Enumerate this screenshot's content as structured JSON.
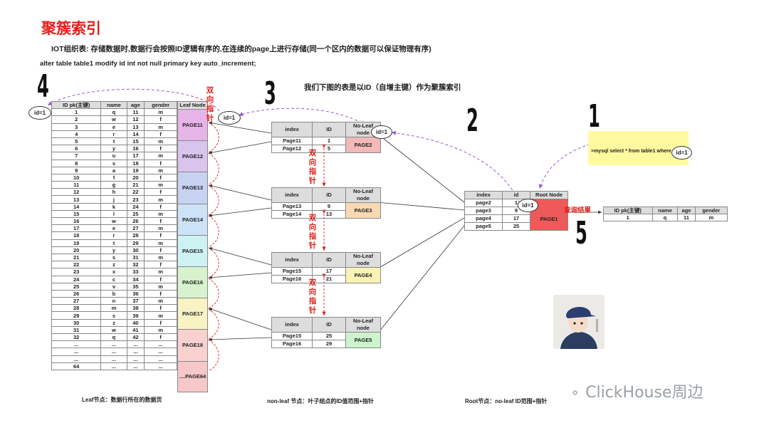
{
  "title": "聚簇索引",
  "subtitle": "IOT组织表: 存储数据时,数据行会按照ID逻辑有序的,在连续的page上进行存储(同一个区内的数据可以保证物理有序)",
  "sql": "alter table table1 modify  id int not null primary key auto_increment;",
  "description": "我们下图的表是以ID（自增主键）作为聚簇索引",
  "step_numbers": [
    "4",
    "3",
    "2",
    "1",
    "5"
  ],
  "id_label": "id=1",
  "leaf_table": {
    "headers": [
      "ID pk(主键)",
      "name",
      "age",
      "gender"
    ],
    "rows": [
      [
        "1",
        "q",
        "11",
        "m"
      ],
      [
        "2",
        "w",
        "12",
        "f"
      ],
      [
        "3",
        "e",
        "13",
        "m"
      ],
      [
        "4",
        "r",
        "14",
        "f"
      ],
      [
        "5",
        "t",
        "15",
        "m"
      ],
      [
        "6",
        "y",
        "16",
        "f"
      ],
      [
        "7",
        "u",
        "17",
        "m"
      ],
      [
        "8",
        "s",
        "18",
        "f"
      ],
      [
        "9",
        "a",
        "19",
        "m"
      ],
      [
        "10",
        "f",
        "20",
        "f"
      ],
      [
        "11",
        "g",
        "21",
        "m"
      ],
      [
        "12",
        "h",
        "22",
        "f"
      ],
      [
        "13",
        "j",
        "23",
        "m"
      ],
      [
        "14",
        "k",
        "24",
        "f"
      ],
      [
        "15",
        "l",
        "25",
        "m"
      ],
      [
        "16",
        "w",
        "26",
        "f"
      ],
      [
        "17",
        "e",
        "27",
        "m"
      ],
      [
        "18",
        "r",
        "28",
        "f"
      ],
      [
        "19",
        "t",
        "29",
        "m"
      ],
      [
        "20",
        "y",
        "30",
        "f"
      ],
      [
        "21",
        "s",
        "31",
        "m"
      ],
      [
        "22",
        "z",
        "32",
        "f"
      ],
      [
        "23",
        "x",
        "33",
        "m"
      ],
      [
        "24",
        "c",
        "34",
        "f"
      ],
      [
        "25",
        "v",
        "35",
        "m"
      ],
      [
        "26",
        "b",
        "36",
        "f"
      ],
      [
        "27",
        "n",
        "37",
        "m"
      ],
      [
        "28",
        "m",
        "38",
        "f"
      ],
      [
        "29",
        "s",
        "39",
        "m"
      ],
      [
        "30",
        "z",
        "40",
        "f"
      ],
      [
        "31",
        "w",
        "41",
        "m"
      ],
      [
        "32",
        "q",
        "42",
        "f"
      ],
      [
        "...",
        "...",
        "...",
        "..."
      ],
      [
        "...",
        "...",
        "...",
        "..."
      ],
      [
        "...",
        "...",
        "...",
        "..."
      ],
      [
        "64",
        "...",
        "...",
        "..."
      ]
    ]
  },
  "leaf_pages": {
    "header": "Leaf Node",
    "pages": [
      "PAGE11",
      "PAGE12",
      "PAGE13",
      "PAGE14",
      "PAGE15",
      "PAGE16",
      "PAGE17",
      "PAGE18",
      "....PAGE64"
    ],
    "colors": [
      "#e7b4e9",
      "#d9c4ee",
      "#c8d2f2",
      "#cce2f7",
      "#cdf2f4",
      "#d6f3cd",
      "#f9f3c4",
      "#f9d1cf",
      "#f6c8c8"
    ]
  },
  "nonleaf_nodes": [
    {
      "headers": [
        "index",
        "ID",
        "No-Leaf node"
      ],
      "rows": [
        [
          "Page11",
          "1"
        ],
        [
          "Page12",
          "5"
        ]
      ],
      "page": "PAGE2",
      "color": "#f3b8b8"
    },
    {
      "headers": [
        "index",
        "ID",
        "No-Leaf node"
      ],
      "rows": [
        [
          "Page13",
          "9"
        ],
        [
          "Page14",
          "13"
        ]
      ],
      "page": "PAGE3",
      "color": "#f9d9b4"
    },
    {
      "headers": [
        "index",
        "ID",
        "No-Leaf node"
      ],
      "rows": [
        [
          "Page15",
          "17"
        ],
        [
          "Page16",
          "21"
        ]
      ],
      "page": "PAGE4",
      "color": "#fbf2b6"
    },
    {
      "headers": [
        "index",
        "ID",
        "No-Leaf node"
      ],
      "rows": [
        [
          "Page15",
          "25"
        ],
        [
          "Page16",
          "29"
        ]
      ],
      "page": "PAGE5",
      "color": "#cdf4cd"
    }
  ],
  "bidirectional_label": "双向指针",
  "root_node": {
    "headers": [
      "index",
      "id",
      "Root Node"
    ],
    "rows": [
      [
        "page2",
        "1"
      ],
      [
        "page3",
        "9"
      ],
      [
        "page4",
        "17"
      ],
      [
        "page5",
        "25"
      ]
    ],
    "page": "PAGE1",
    "color": "#ee5a5a"
  },
  "query_box": {
    "text": ">mysql  select * from table1 where"
  },
  "result_label": "查询结果",
  "result_table": {
    "headers": [
      "ID pk(主键)",
      "name",
      "age",
      "gender"
    ],
    "row": [
      "1",
      "q",
      "11",
      "m"
    ]
  },
  "footers": {
    "leaf": "Leaf节点：数据行所在的数据页",
    "nonleaf": "non-leaf 节点：叶子结点的ID值范围+指针",
    "root": "Root节点：no-leaf ID范围+指针"
  },
  "watermark": "ClickHouse周边"
}
